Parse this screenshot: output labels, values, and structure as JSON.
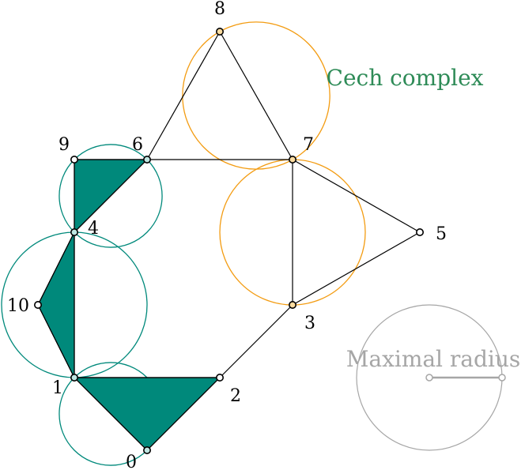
{
  "title": "Cech complex",
  "legend_label": "Maximal radius",
  "colors": {
    "teal": "#00897b",
    "orange": "#f39c12",
    "title_green": "#2e8b57",
    "gray": "#a6a6a6",
    "edge": "#000000"
  },
  "vertices": [
    {
      "id": "0",
      "label": "0"
    },
    {
      "id": "1",
      "label": "1"
    },
    {
      "id": "2",
      "label": "2"
    },
    {
      "id": "3",
      "label": "3"
    },
    {
      "id": "4",
      "label": "4"
    },
    {
      "id": "5",
      "label": "5"
    },
    {
      "id": "6",
      "label": "6"
    },
    {
      "id": "7",
      "label": "7"
    },
    {
      "id": "8",
      "label": "8"
    },
    {
      "id": "9",
      "label": "9"
    },
    {
      "id": "10",
      "label": "10"
    }
  ],
  "edges": [
    [
      "8",
      "6"
    ],
    [
      "8",
      "7"
    ],
    [
      "6",
      "7"
    ],
    [
      "7",
      "5"
    ],
    [
      "7",
      "3"
    ],
    [
      "5",
      "3"
    ],
    [
      "3",
      "2"
    ],
    [
      "9",
      "6"
    ],
    [
      "9",
      "4"
    ],
    [
      "4",
      "6"
    ],
    [
      "4",
      "1"
    ],
    [
      "4",
      "10"
    ],
    [
      "10",
      "1"
    ],
    [
      "1",
      "2"
    ],
    [
      "1",
      "0"
    ],
    [
      "2",
      "0"
    ]
  ],
  "filled_triangles": [
    [
      "9",
      "6",
      "4"
    ],
    [
      "4",
      "10",
      "1"
    ],
    [
      "1",
      "2",
      "0"
    ]
  ],
  "balls": [
    {
      "pair": [
        "8",
        "7"
      ],
      "color": "orange"
    },
    {
      "pair": [
        "7",
        "3"
      ],
      "color": "orange"
    },
    {
      "pair": [
        "6",
        "4"
      ],
      "color": "teal"
    },
    {
      "pair": [
        "4",
        "1"
      ],
      "color": "teal"
    },
    {
      "pair": [
        "1",
        "0"
      ],
      "color": "teal"
    }
  ]
}
